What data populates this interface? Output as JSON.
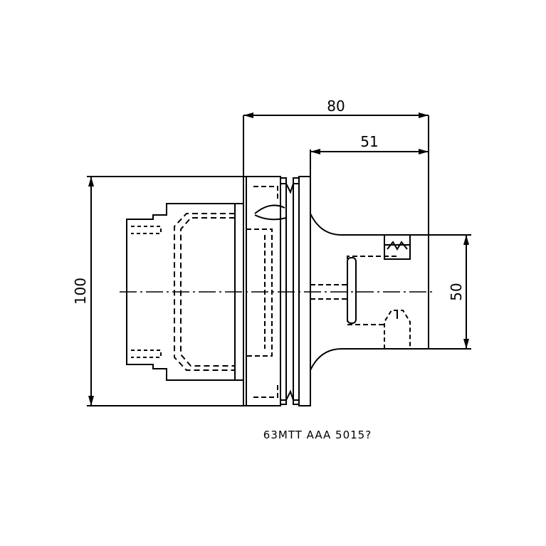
{
  "dimensions": {
    "overall_length": "80",
    "gauge_length": "51",
    "flange_diameter": "100",
    "shank_diameter": "50"
  },
  "caption": "63MTT AAA 5015?",
  "colors": {
    "line": "#000000",
    "background": "#ffffff"
  }
}
